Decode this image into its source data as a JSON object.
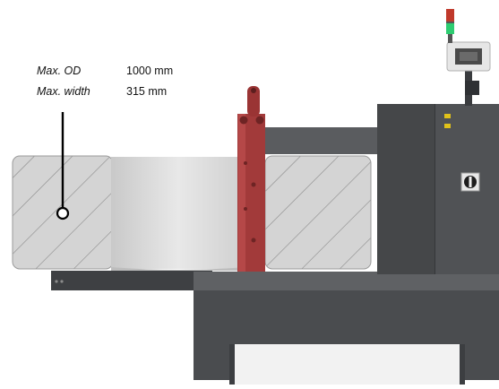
{
  "specs": {
    "max_od": {
      "label": "Max. OD",
      "value": "1000 mm"
    },
    "max_width": {
      "label": "Max. width",
      "value": "315 mm"
    }
  },
  "colors": {
    "machine_dark": "#4a4c4f",
    "machine_mid": "#5b5d60",
    "red_arm": "#a23a3a",
    "light_red": "#c0392b",
    "light_green": "#2ecc71",
    "coil_fill": "#d3d3d3"
  },
  "icons": [
    "selector-switch-icon",
    "control-panel-screen-icon",
    "signal-tower-icon",
    "indicator-lights-icon"
  ]
}
